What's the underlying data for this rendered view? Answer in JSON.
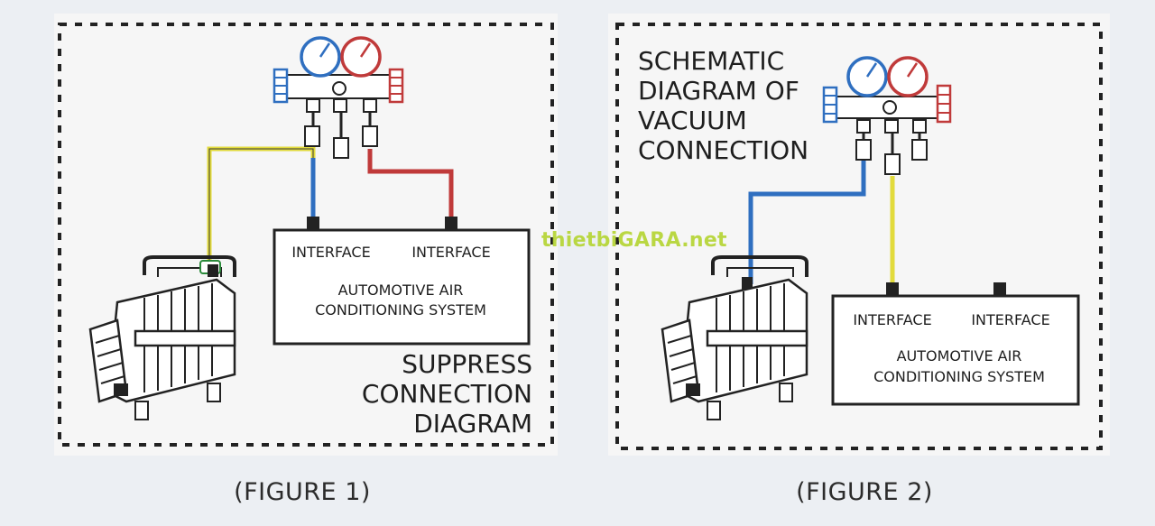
{
  "figure1": {
    "caption": "(FIGURE 1)",
    "title_lines": [
      "SUPPRESS",
      "CONNECTION",
      "DIAGRAM"
    ],
    "interface_left": "INTERFACE",
    "interface_right": "INTERFACE",
    "system_lines": [
      "AUTOMOTIVE AIR",
      "CONDITIONING SYSTEM"
    ]
  },
  "figure2": {
    "caption": "(FIGURE 2)",
    "title_lines": [
      "SCHEMATIC",
      "DIAGRAM OF",
      "VACUUM",
      "CONNECTION"
    ],
    "interface_left": "INTERFACE",
    "interface_right": "INTERFACE",
    "system_lines": [
      "AUTOMOTIVE AIR",
      "CONDITIONING SYSTEM"
    ]
  },
  "watermark": "thietbiGARA.net",
  "colors": {
    "low_side": "#2f6fc0",
    "high_side": "#c03a3a",
    "vacuum_line": "#e2db3c",
    "frame": "#222222"
  }
}
